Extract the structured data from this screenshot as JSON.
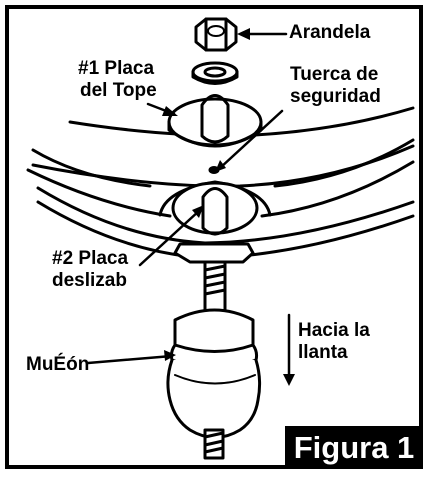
{
  "labels": {
    "arandela": "Arandela",
    "placa_tope_line1": "#1 Placa",
    "placa_tope_line2": "del Tope",
    "tuerca_line1": "Tuerca de",
    "tuerca_line2": "seguridad",
    "placa_deslizab_line1": "#2 Placa",
    "placa_deslizab_line2": "deslizab",
    "hacia_line1": "Hacia la",
    "hacia_line2": "llanta",
    "muelon": "MuÉón"
  },
  "figure_badge": "Figura 1",
  "colors": {
    "ink": "#000000",
    "paper": "#ffffff"
  }
}
